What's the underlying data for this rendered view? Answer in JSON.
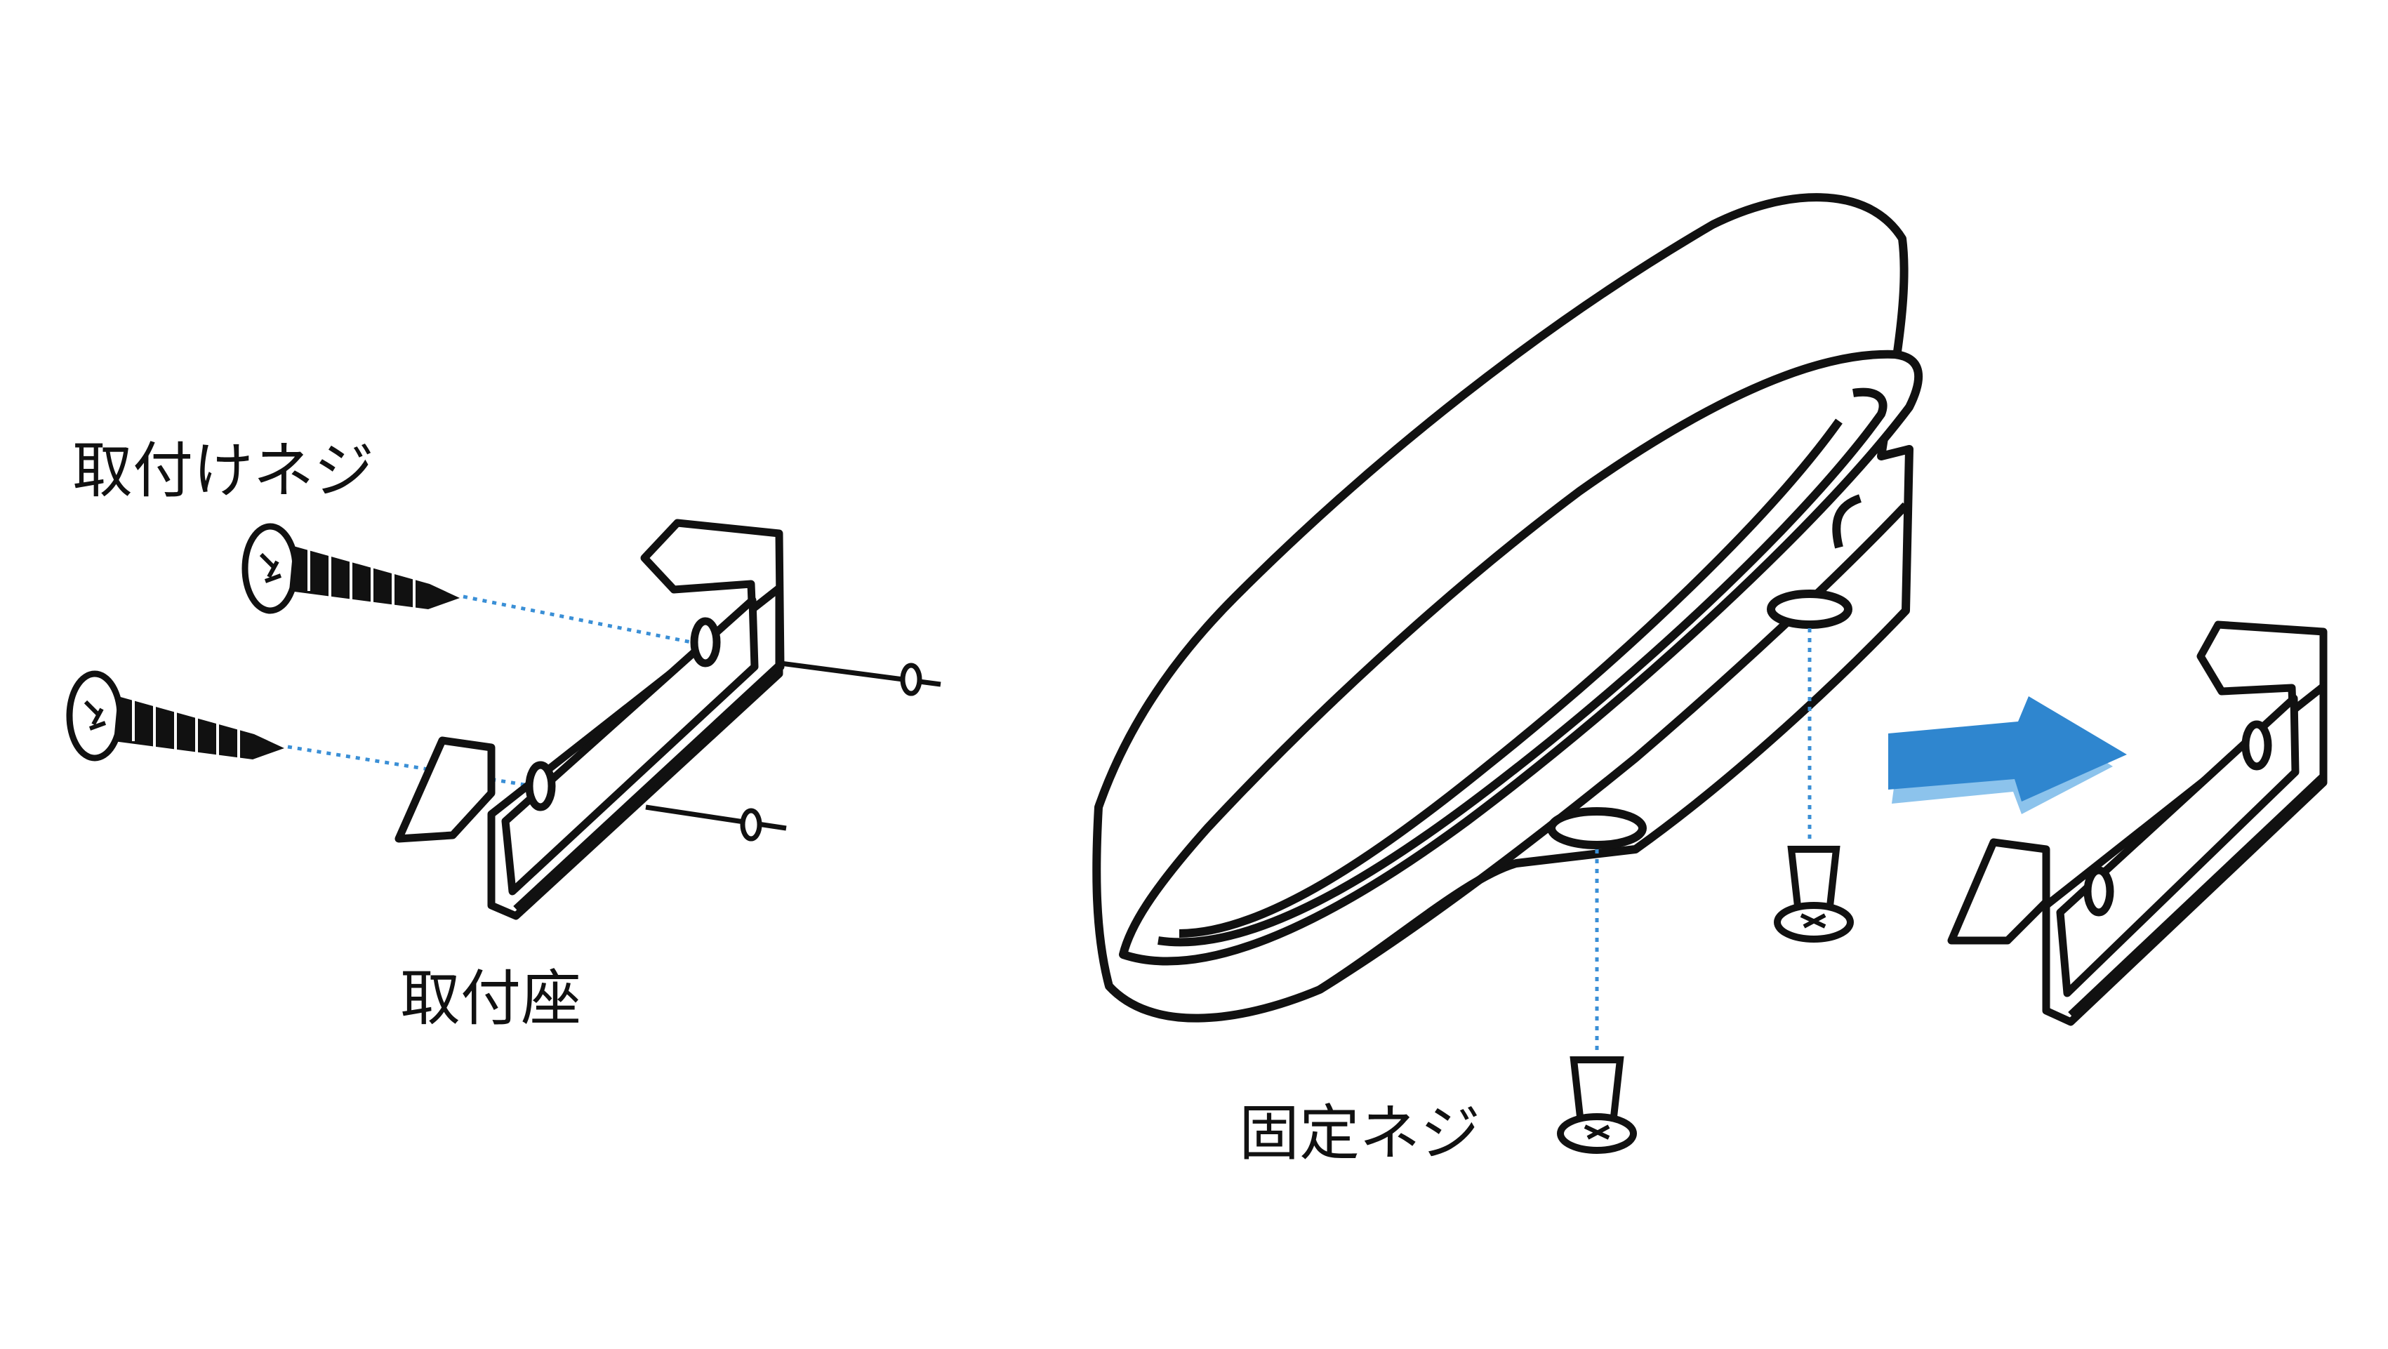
{
  "labels": {
    "mounting_screw": "取付けネジ",
    "mounting_seat": "取付座",
    "fixing_screw": "固定ネジ"
  },
  "icons": {
    "mounting_screws": "wood-screw-icon",
    "mounting_seat": "mounting-bracket-icon",
    "washers": "washer-icon",
    "fixture": "fixture-body-icon",
    "fixing_screws": "flat-head-screw-icon",
    "arrow": "slide-arrow-icon"
  },
  "colors": {
    "line": "#111111",
    "guide_dotted": "#3a8fd6",
    "arrow_main": "#2f86cf",
    "arrow_shadow": "#8cc3ec",
    "background": "#ffffff"
  }
}
